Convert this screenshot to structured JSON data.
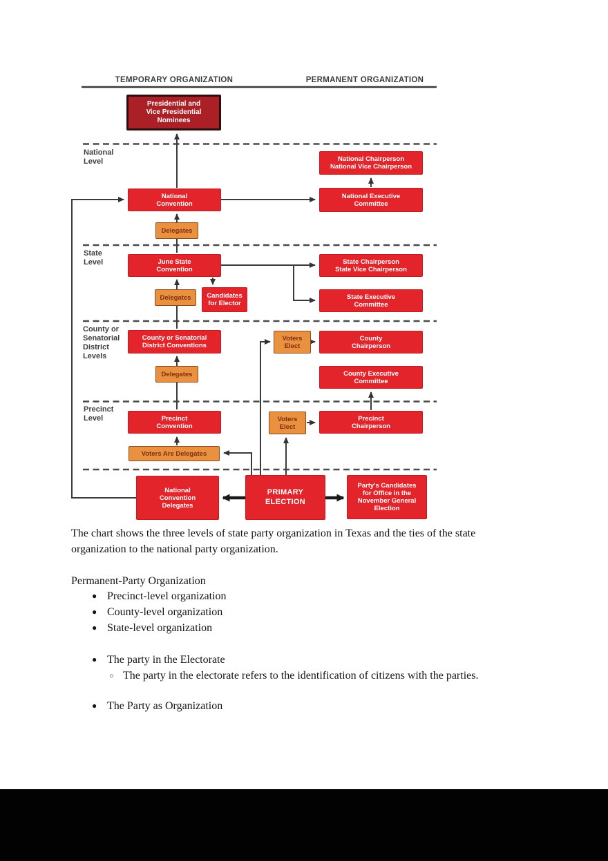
{
  "diagram": {
    "temporary_header": "TEMPORARY ORGANIZATION",
    "permanent_header": "PERMANENT ORGANIZATION",
    "levels": {
      "national": "National\nLevel",
      "state": "State\nLevel",
      "county": "County or\nSenatorial\nDistrict\nLevels",
      "precinct": "Precinct\nLevel"
    },
    "boxes": {
      "presidential": "Presidential and\nVice Presidential\nNominees",
      "national_convention": "National\nConvention",
      "national_chairperson": "National Chairperson\nNational Vice Chairperson",
      "national_executive": "National Executive\nCommittee",
      "delegates": "Delegates",
      "june_state": "June State\nConvention",
      "state_chairperson": "State Chairperson\nState Vice Chairperson",
      "state_executive": "State Executive\nCommittee",
      "candidates_for_elector": "Candidates\nfor Elector",
      "county_conventions": "County or Senatorial\nDistrict Conventions",
      "voters_elect": "Voters\nElect",
      "county_chairperson": "County\nChairperson",
      "county_executive": "County Executive\nCommittee",
      "precinct_convention": "Precinct\nConvention",
      "precinct_chairperson": "Precinct\nChairperson",
      "voters_are_delegates": "Voters Are Delegates",
      "national_convention_delegates": "National\nConvention\nDelegates",
      "primary_election": "PRIMARY\nELECTION",
      "partys_candidates": "Party's Candidates\nfor Office in the\nNovember General\nElection"
    }
  },
  "body": {
    "bullet_glyph": "●",
    "sub_bullet_glyph": "○",
    "paragraph": "The chart shows the three levels of state party organization in Texas and the ties of the state\norganization to the national party organization.",
    "heading": "Permanent-Party Organization",
    "bullets": [
      "Precinct-level organization",
      "County-level organization",
      "State-level organization"
    ],
    "electorate_bullet": "The party in  the Electorate",
    "electorate_sub": "The party in the electorate refers to the identification of citizens with the parties.",
    "organization_bullet": "The Party as Organization"
  },
  "colors": {
    "box_red": "#e3252b",
    "box_dark_red": "#ab2026",
    "box_orange": "#e9913f",
    "line": "#3a3a3a"
  }
}
